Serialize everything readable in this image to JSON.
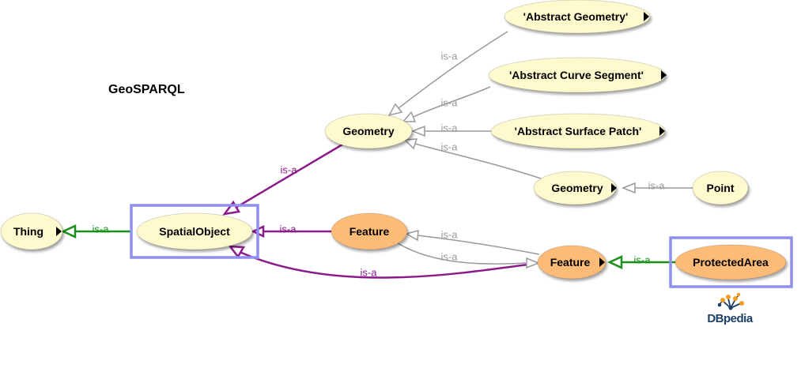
{
  "title": "GeoSPARQL",
  "logo_text": "DBpedia",
  "colors": {
    "node_default": "#fffacd",
    "node_feature": "#fdbb78",
    "edge_gray": "#9a9a9a",
    "edge_purple": "#8b1a8b",
    "edge_green": "#1a8f1a",
    "highlight_box": "#8f8ff0",
    "logo_orange": "#f39c1e",
    "logo_blue": "#1e3f66"
  },
  "nodes": [
    {
      "id": "thing",
      "label": "Thing",
      "style": "default",
      "expand": true
    },
    {
      "id": "spatialobject",
      "label": "SpatialObject",
      "style": "default",
      "expand": false
    },
    {
      "id": "geometry_gs",
      "label": "Geometry",
      "style": "default",
      "expand": false
    },
    {
      "id": "feature_gs",
      "label": "Feature",
      "style": "feature",
      "expand": false
    },
    {
      "id": "abs_geom",
      "label": "'Abstract Geometry'",
      "style": "default",
      "expand": true
    },
    {
      "id": "abs_curve",
      "label": "'Abstract Curve Segment'",
      "style": "default",
      "expand": true
    },
    {
      "id": "abs_surface",
      "label": "'Abstract Surface Patch'",
      "style": "default",
      "expand": true
    },
    {
      "id": "geometry2",
      "label": "Geometry",
      "style": "default",
      "expand": true
    },
    {
      "id": "point",
      "label": "Point",
      "style": "default",
      "expand": false
    },
    {
      "id": "feature_db",
      "label": "Feature",
      "style": "feature",
      "expand": true
    },
    {
      "id": "protectedarea",
      "label": "ProtectedArea",
      "style": "feature",
      "expand": false
    }
  ],
  "edges": [
    {
      "id": "e_so_thing",
      "label": "is-a",
      "color": "green"
    },
    {
      "id": "e_geom_so",
      "label": "is-a",
      "color": "purple"
    },
    {
      "id": "e_feat_so",
      "label": "is-a",
      "color": "purple"
    },
    {
      "id": "e_featdb_so",
      "label": "is-a",
      "color": "purple"
    },
    {
      "id": "e_absgeom_geom",
      "label": "is-a",
      "color": "gray"
    },
    {
      "id": "e_abscurve_geom",
      "label": "is-a",
      "color": "gray"
    },
    {
      "id": "e_abssurf_geom",
      "label": "is-a",
      "color": "gray"
    },
    {
      "id": "e_geom2_geom",
      "label": "is-a",
      "color": "gray"
    },
    {
      "id": "e_point_geom2",
      "label": "is-a",
      "color": "gray"
    },
    {
      "id": "e_featdb_feat",
      "label": "is-a",
      "color": "gray"
    },
    {
      "id": "e_feat_featdb",
      "label": "is-a",
      "color": "gray"
    },
    {
      "id": "e_pa_featdb",
      "label": "is-a",
      "color": "green"
    }
  ]
}
